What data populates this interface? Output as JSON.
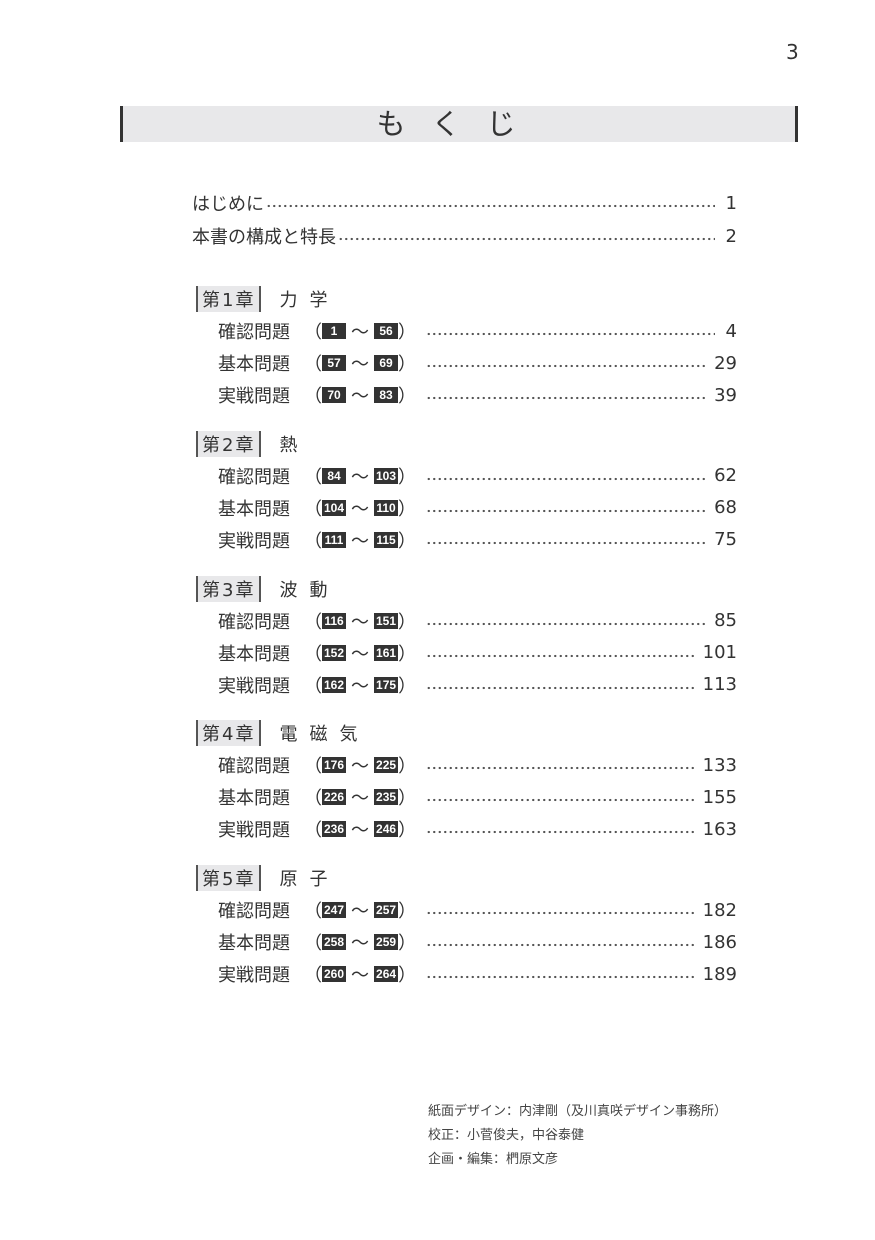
{
  "page_number": "3",
  "title": "もくじ",
  "front": [
    {
      "label": "はじめに",
      "page": "1"
    },
    {
      "label": "本書の構成と特長",
      "page": "2"
    }
  ],
  "chapters": [
    {
      "label": "第1章",
      "name": "力学",
      "rows": [
        {
          "kind": "確認問題",
          "from": "1",
          "to": "56",
          "page": "4"
        },
        {
          "kind": "基本問題",
          "from": "57",
          "to": "69",
          "page": "29"
        },
        {
          "kind": "実戦問題",
          "from": "70",
          "to": "83",
          "page": "39"
        }
      ]
    },
    {
      "label": "第2章",
      "name": "熱",
      "rows": [
        {
          "kind": "確認問題",
          "from": "84",
          "to": "103",
          "page": "62"
        },
        {
          "kind": "基本問題",
          "from": "104",
          "to": "110",
          "page": "68"
        },
        {
          "kind": "実戦問題",
          "from": "111",
          "to": "115",
          "page": "75"
        }
      ]
    },
    {
      "label": "第3章",
      "name": "波動",
      "rows": [
        {
          "kind": "確認問題",
          "from": "116",
          "to": "151",
          "page": "85"
        },
        {
          "kind": "基本問題",
          "from": "152",
          "to": "161",
          "page": "101"
        },
        {
          "kind": "実戦問題",
          "from": "162",
          "to": "175",
          "page": "113"
        }
      ]
    },
    {
      "label": "第4章",
      "name": "電磁気",
      "rows": [
        {
          "kind": "確認問題",
          "from": "176",
          "to": "225",
          "page": "133"
        },
        {
          "kind": "基本問題",
          "from": "226",
          "to": "235",
          "page": "155"
        },
        {
          "kind": "実戦問題",
          "from": "236",
          "to": "246",
          "page": "163"
        }
      ]
    },
    {
      "label": "第5章",
      "name": "原子",
      "rows": [
        {
          "kind": "確認問題",
          "from": "247",
          "to": "257",
          "page": "182"
        },
        {
          "kind": "基本問題",
          "from": "258",
          "to": "259",
          "page": "186"
        },
        {
          "kind": "実戦問題",
          "from": "260",
          "to": "264",
          "page": "189"
        }
      ]
    }
  ],
  "credits": [
    "紙面デザイン：内津剛（及川真咲デザイン事務所）",
    "校正：小菅俊夫，中谷泰健",
    "企画・編集：椚原文彦"
  ],
  "symbols": {
    "open": "（",
    "close": "）",
    "tilde": "〜"
  }
}
